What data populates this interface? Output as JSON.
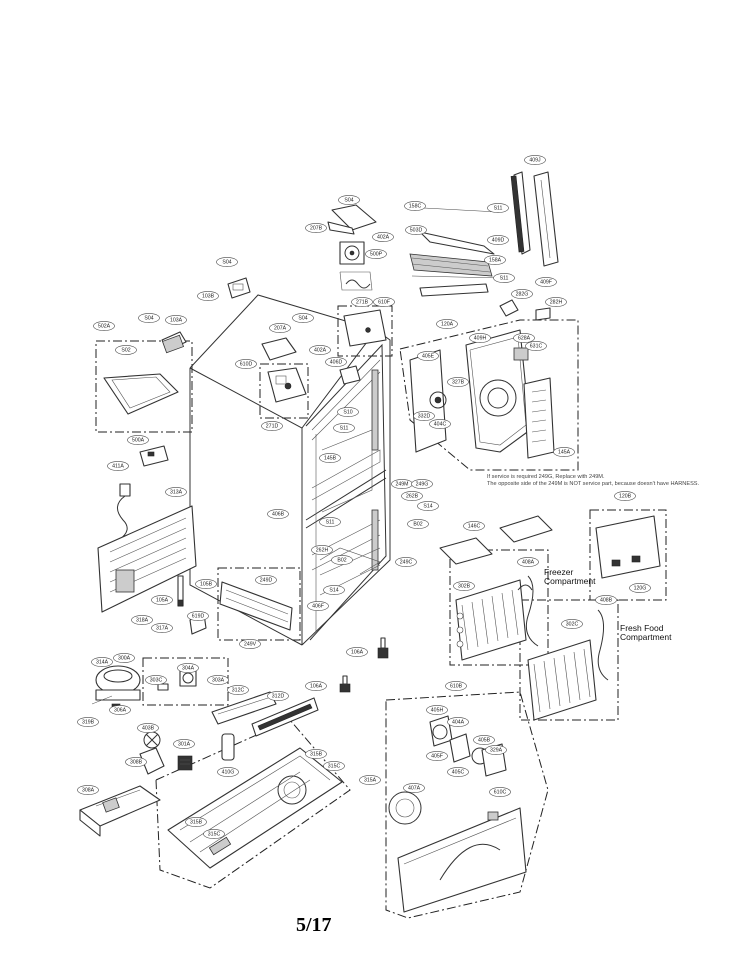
{
  "page_number": "5/17",
  "service_note": {
    "line1": "If service is required 249G, Replace with 249M.",
    "line2": "The opposite side of the 249M is NOT service part, because doesn't have HARNESS."
  },
  "compartment_labels": {
    "freezer_line1": "Freezer",
    "freezer_line2": "Compartment",
    "fresh_line1": "Fresh Food",
    "fresh_line2": "Compartment"
  },
  "part_labels": {
    "p158C": "158C",
    "pS11a": "S11",
    "p409J": "409J",
    "pS04a": "S04",
    "p207B": "207B",
    "p402A": "402A",
    "p503D": "503D",
    "p409D": "409D",
    "p500P": "500P",
    "p158A": "158A",
    "pS04b": "S04",
    "pS11b": "S11",
    "p409F": "409F",
    "p103B": "103B",
    "p282G": "282G",
    "p282H": "282H",
    "p271B": "271B",
    "p610F": "610F",
    "p502A": "502A",
    "pS04c": "S04",
    "p103A": "103A",
    "p207A": "207A",
    "pS04d": "S04",
    "p120A": "120A",
    "pS02": "S02",
    "p402A2": "402A",
    "p409H": "409H",
    "p628A": "628A",
    "p610D": "610D",
    "p406D": "406D",
    "p405E": "405E",
    "p631C": "631C",
    "p327B": "327B",
    "pS10": "S10",
    "p332D": "332D",
    "p404C": "404C",
    "p271D": "271D",
    "pS11c": "S11",
    "p500A": "500A",
    "p145B": "145B",
    "p145A": "145A",
    "p411A": "411A",
    "p249M": "249M",
    "p249G": "249G",
    "p313A": "313A",
    "p262B": "262B",
    "pS14a": "S14",
    "p120B": "120B",
    "p406B": "406B",
    "pS11d": "S11",
    "pB02a": "B02",
    "p146C": "146C",
    "p262H": "262H",
    "pB02b": "B02",
    "p249C": "249C",
    "p408A": "408A",
    "p302B": "302B",
    "p120G": "120G",
    "p105B": "105B",
    "p249D": "249D",
    "pS14b": "S14",
    "p408B": "408B",
    "p105A": "105A",
    "p406F": "406F",
    "p619D": "619D",
    "p302C": "302C",
    "p318A": "318A",
    "p317A": "317A",
    "p249V": "249V",
    "p106Aa": "106A",
    "p314A": "314A",
    "p300A": "300A",
    "p304A": "304A",
    "p303C": "303C",
    "p303A": "303A",
    "p106Ab": "106A",
    "p610B": "610B",
    "p312C": "312C",
    "p312D": "312D",
    "p319B": "319B",
    "p306A": "306A",
    "p405H": "405H",
    "p404A": "404A",
    "p403B": "403B",
    "p301A": "301A",
    "p405B": "405B",
    "p308B": "308B",
    "p315B": "315B",
    "p329A": "329A",
    "p315C": "315C",
    "p405F": "405F",
    "p405C": "405C",
    "p410G": "410G",
    "p315A": "315A",
    "p308A": "308A",
    "p407A": "407A",
    "p610C": "610C",
    "p315Ba": "315B",
    "p315Cb": "315C"
  }
}
